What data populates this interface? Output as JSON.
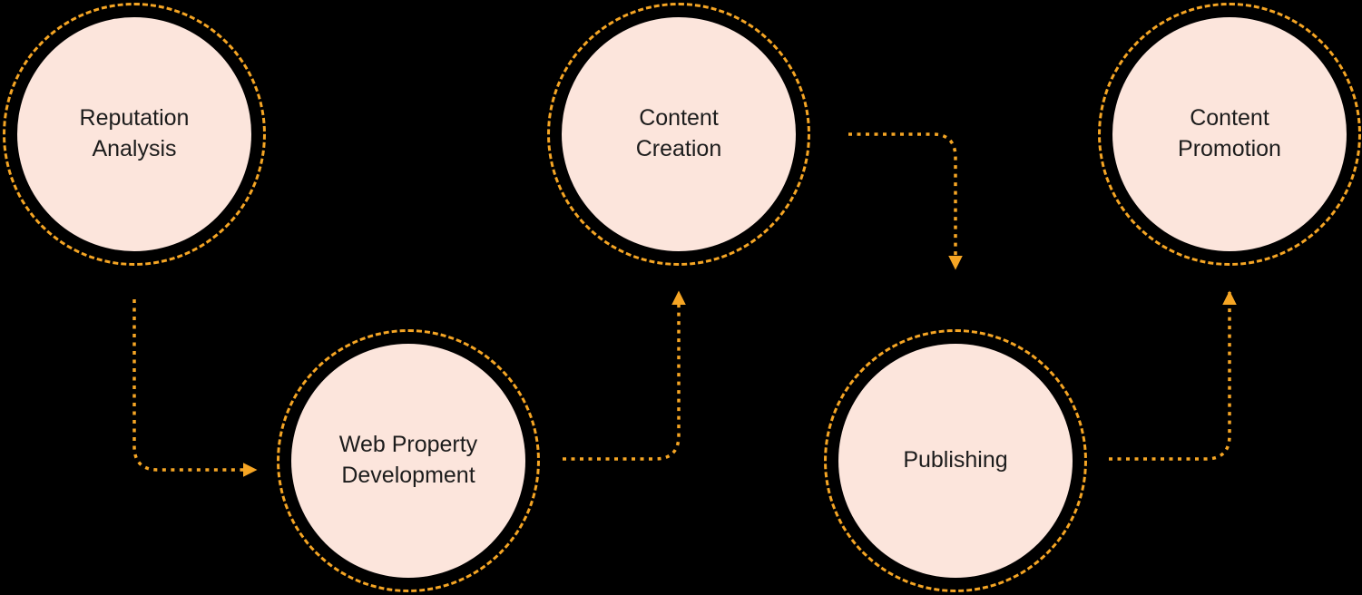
{
  "diagram": {
    "type": "flow",
    "colors": {
      "background": "#000000",
      "accent": "#F5A524",
      "node_fill": "#FCE5DC",
      "node_text": "#1C1C1C"
    },
    "nodes": [
      {
        "id": "reputation-analysis",
        "label": "Reputation Analysis"
      },
      {
        "id": "web-property-development",
        "label": "Web Property Development"
      },
      {
        "id": "content-creation",
        "label": "Content Creation"
      },
      {
        "id": "publishing",
        "label": "Publishing"
      },
      {
        "id": "content-promotion",
        "label": "Content Promotion"
      }
    ],
    "connections": [
      {
        "from": "reputation-analysis",
        "to": "web-property-development",
        "style": "dashed-arrow"
      },
      {
        "from": "web-property-development",
        "to": "content-creation",
        "style": "dashed-arrow"
      },
      {
        "from": "content-creation",
        "to": "publishing",
        "style": "dashed-arrow"
      },
      {
        "from": "publishing",
        "to": "content-promotion",
        "style": "dashed-arrow"
      }
    ]
  }
}
